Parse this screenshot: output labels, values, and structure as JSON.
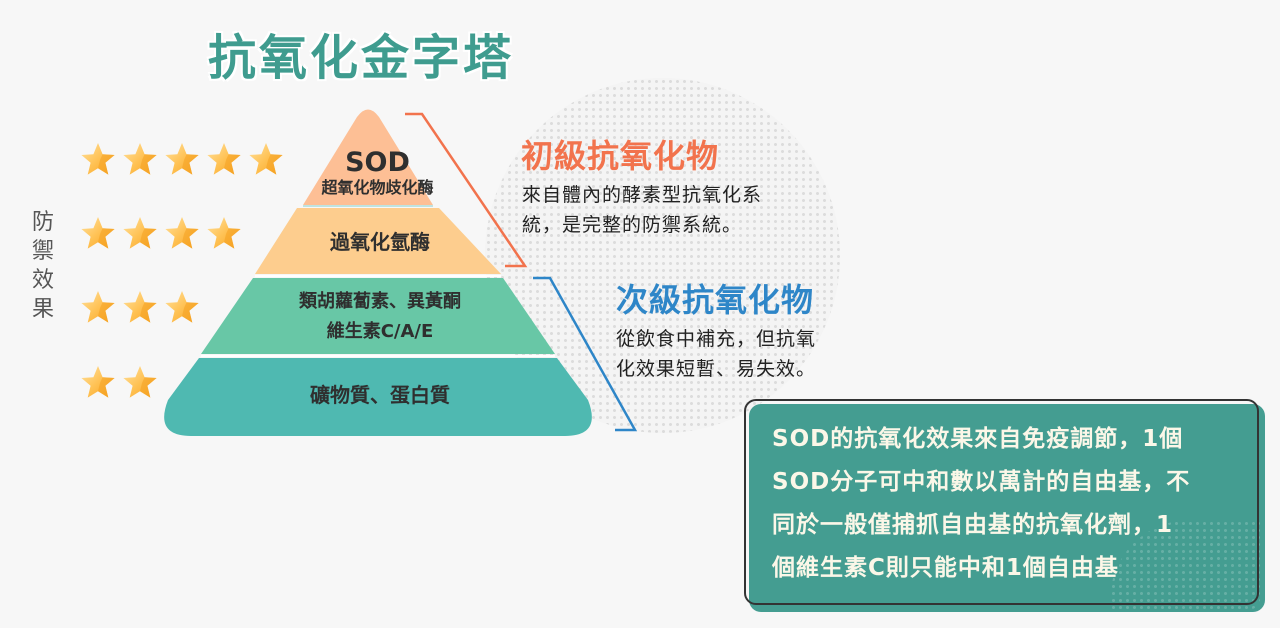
{
  "title": "抗氧化金字塔",
  "side_label": [
    "防",
    "禦",
    "效",
    "果"
  ],
  "ratings": [
    {
      "tier": "SOD",
      "stars": 5
    },
    {
      "tier": "過氧化氫酶",
      "stars": 4
    },
    {
      "tier": "類胡蘿蔔素",
      "stars": 3
    },
    {
      "tier": "礦物質",
      "stars": 2
    }
  ],
  "pyramid": {
    "layers": [
      {
        "title": "SOD",
        "subtitle": "超氧化物歧化酶",
        "color": "#fdbf95"
      },
      {
        "title": "過氧化氫酶",
        "color": "#fdcd8e"
      },
      {
        "title": "類胡蘿蔔素、異黃酮",
        "subtitle": "維生素C/A/E",
        "color": "#68c7a6"
      },
      {
        "title": "礦物質、蛋白質",
        "color": "#4fb9b1"
      }
    ]
  },
  "primary": {
    "heading": "初級抗氧化物",
    "color": "#f2734d",
    "lines": [
      "來自體內的酵素型抗氧化系",
      "統，是完整的防禦系統。"
    ]
  },
  "secondary": {
    "heading": "次級抗氧化物",
    "color": "#2e86c8",
    "lines": [
      "從飲食中補充，但抗氧",
      "化效果短暫、易失效。"
    ]
  },
  "note": {
    "lines": [
      "SOD的抗氧化效果來自免疫調節，1個",
      "SOD分子可中和數以萬計的自由基，不",
      "同於一般僅捕抓自由基的抗氧化劑，1",
      "個維生素C則只能中和1個自由基"
    ],
    "background": "#449d91"
  },
  "icons": {
    "star": "star-icon"
  },
  "colors": {
    "title": "#3f9c8f",
    "star_light": "#ffd98a",
    "star_dark": "#f7a825"
  }
}
